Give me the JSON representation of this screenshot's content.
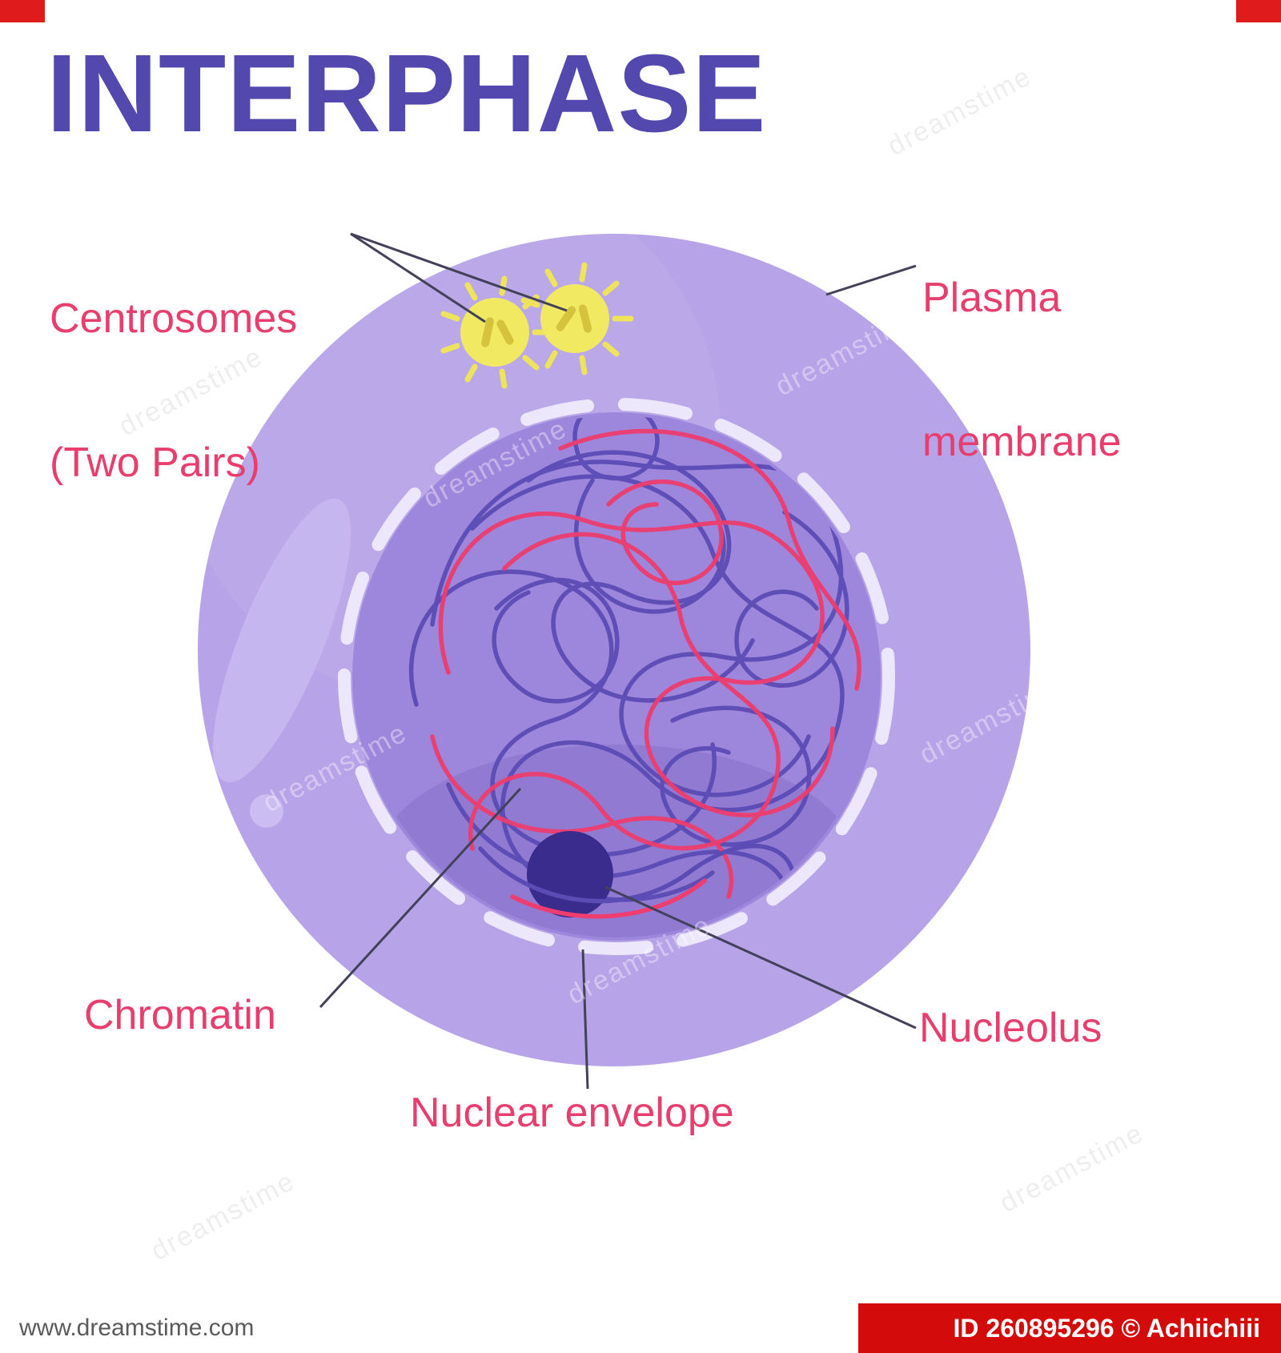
{
  "title": "INTERPHASE",
  "labels": {
    "centrosomes_line1": "Centrosomes",
    "centrosomes_line2": "(Two Pairs)",
    "plasma_line1": "Plasma",
    "plasma_line2": "membrane",
    "chromatin": "Chromatin",
    "nucleolus": "Nucleolus",
    "nuclear_envelope": "Nuclear envelope"
  },
  "watermark": {
    "text": "dreamstime",
    "site": "www.dreamstime.com",
    "credit": "ID 260895296 © Achiichiii"
  },
  "colors": {
    "title": "#5348ae",
    "label": "#e73e6e",
    "cell": "#b6a3e8",
    "cell_highlight": "#c6b6ef",
    "nucleus": "#9d87dc",
    "nucleus_shade": "#8d77cf",
    "nuclear_envelope_dash": "#ece7fa",
    "chromatin_indigo": "#5b4bb5",
    "chromatin_red": "#ee3d6e",
    "nucleolus": "#3a2c8c",
    "centrosome": "#f2e963",
    "centriole": "#d5c33e",
    "leader_line": "#43415a",
    "footer_bar": "#d40b0b"
  }
}
